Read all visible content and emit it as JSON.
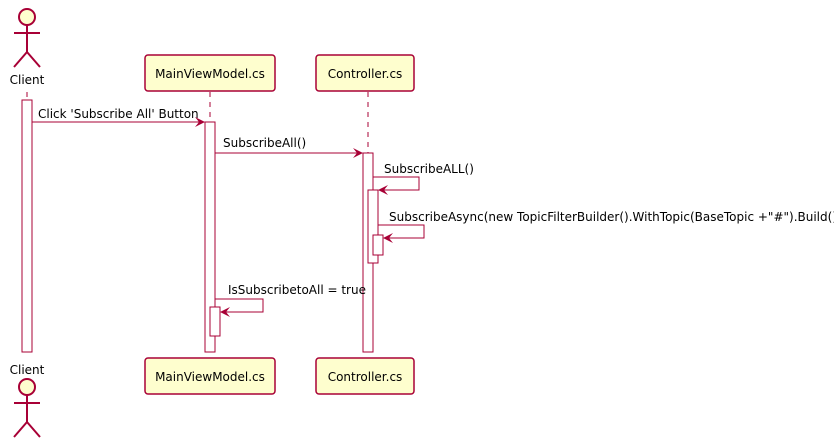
{
  "participants": [
    {
      "id": "client",
      "label": "Client",
      "kind": "actor"
    },
    {
      "id": "mainvm",
      "label": "MainViewModel.cs",
      "kind": "participant"
    },
    {
      "id": "controller",
      "label": "Controller.cs",
      "kind": "participant"
    }
  ],
  "messages": [
    {
      "from": "client",
      "to": "mainvm",
      "label": "Click 'Subscribe All' Button"
    },
    {
      "from": "mainvm",
      "to": "controller",
      "label": "SubscribeAll()"
    },
    {
      "from": "controller",
      "to": "controller",
      "label": "SubscribeALL()"
    },
    {
      "from": "controller",
      "to": "controller",
      "label": "SubscribeAsync(new TopicFilterBuilder().WithTopic(BaseTopic +\"#\").Build())"
    },
    {
      "from": "mainvm",
      "to": "mainvm",
      "label": "IsSubscribetoAll = true"
    }
  ],
  "colors": {
    "participant_fill": "#FEFECE",
    "border": "#A80036",
    "lifeline": "#A80036",
    "activation_fill": "#FFFFFF",
    "text": "#000000"
  }
}
